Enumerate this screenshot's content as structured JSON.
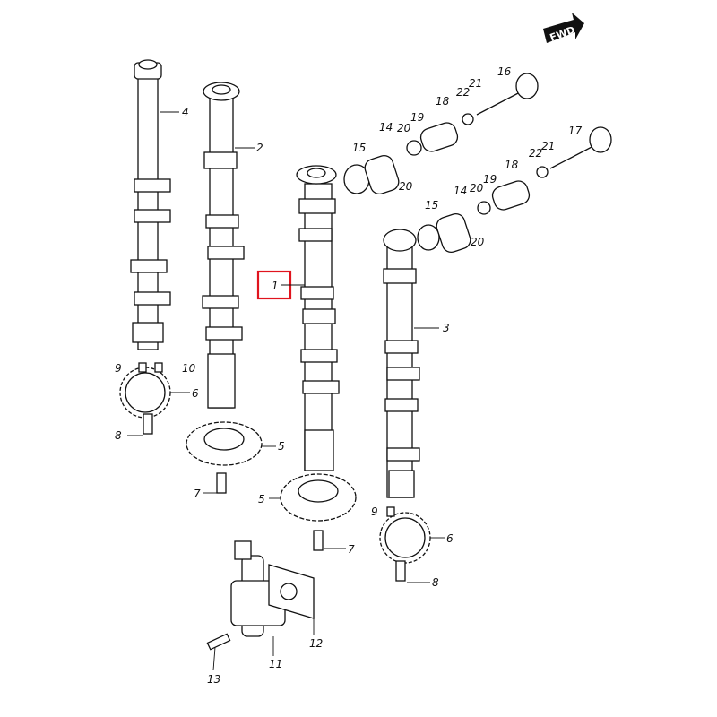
{
  "fwd_label": "FWD",
  "highlight_color": "#e0141e",
  "highlighted_part": "1",
  "callouts": [
    "4",
    "2",
    "1",
    "3",
    "9",
    "10",
    "6",
    "8",
    "5",
    "7",
    "5",
    "7",
    "9",
    "6",
    "8",
    "12",
    "11",
    "13",
    "15",
    "14",
    "20",
    "19",
    "18",
    "22",
    "21",
    "16",
    "20",
    "15",
    "14",
    "20",
    "19",
    "18",
    "22",
    "21",
    "17",
    "20"
  ]
}
